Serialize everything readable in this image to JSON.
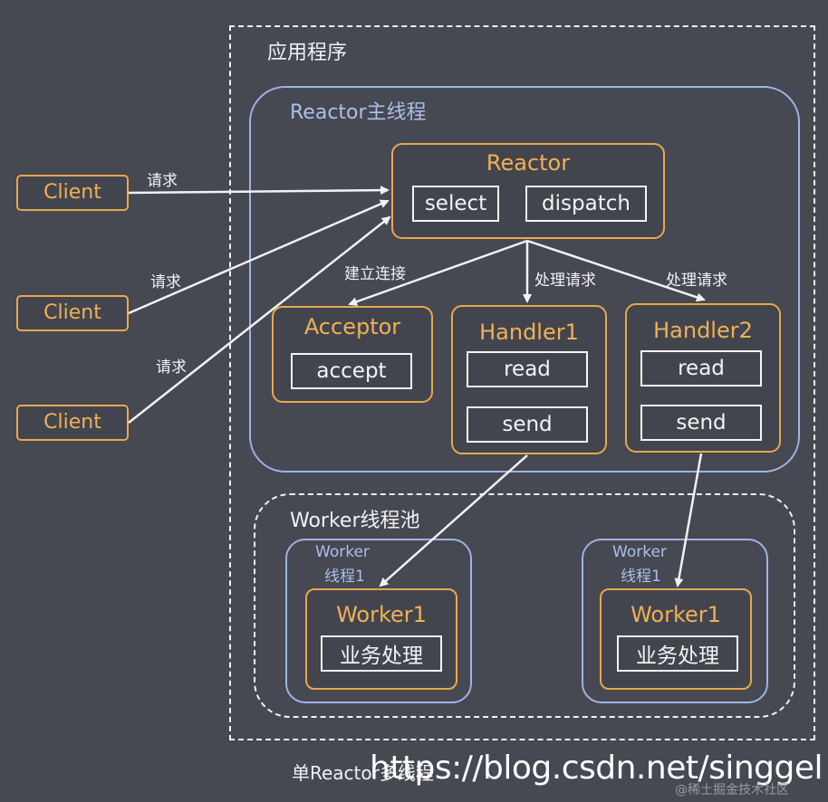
{
  "app_title": "应用程序",
  "reactor_thread": {
    "title": "Reactor主线程",
    "reactor": {
      "title": "Reactor",
      "select": "select",
      "dispatch": "dispatch"
    },
    "acceptor": {
      "title": "Acceptor",
      "method": "accept"
    },
    "handler1": {
      "title": "Handler1",
      "read": "read",
      "send": "send"
    },
    "handler2": {
      "title": "Handler2",
      "read": "read",
      "send": "send"
    }
  },
  "clients": [
    {
      "label": "Client",
      "request": "请求"
    },
    {
      "label": "Client",
      "request": "请求"
    },
    {
      "label": "Client",
      "request": "请求"
    }
  ],
  "edge_labels": {
    "establish": "建立连接",
    "process1": "处理请求",
    "process2": "处理请求"
  },
  "worker_pool": {
    "title": "Worker线程池",
    "threads": [
      {
        "name": "Worker",
        "sub": "线程1",
        "worker": "Worker1",
        "task": "业务处理"
      },
      {
        "name": "Worker",
        "sub": "线程1",
        "worker": "Worker1",
        "task": "业务处理"
      }
    ]
  },
  "caption": "单Reactor多线程",
  "watermark": "https://blog.csdn.net/singgel",
  "watermark2": "@稀土掘金技术社区",
  "colors": {
    "background": "#464852",
    "orange": "#e8a84c",
    "blue": "#9fb3e6",
    "white": "#f2f2f2"
  }
}
